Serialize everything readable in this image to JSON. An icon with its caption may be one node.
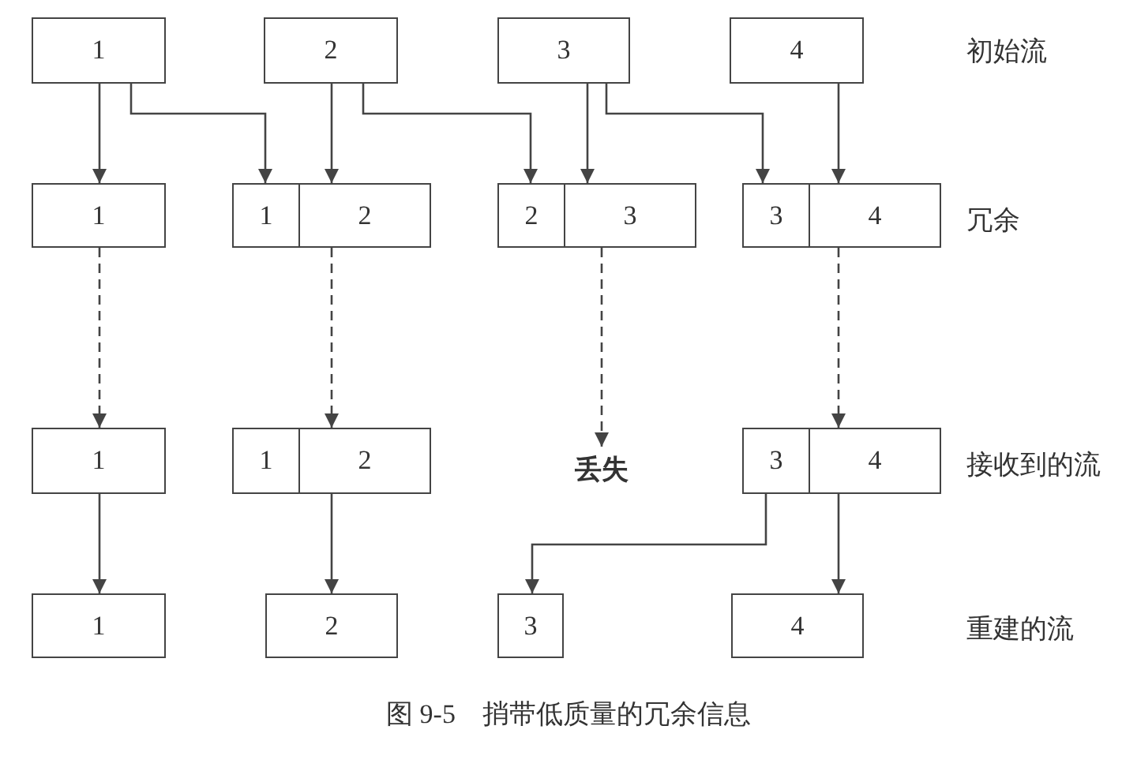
{
  "diagram": {
    "caption": "图 9-5　捎带低质量的冗余信息",
    "nodes": [
      {
        "text": [
          "1"
        ]
      },
      {
        "text": [
          "2"
        ]
      },
      {
        "text": [
          "3"
        ]
      },
      {
        "text": [
          "4"
        ]
      },
      {
        "text": [
          "1"
        ]
      },
      {
        "text": [
          "1"
        ]
      },
      {
        "text": [
          "2"
        ]
      },
      {
        "text": [
          "2"
        ]
      },
      {
        "text": [
          "3"
        ]
      },
      {
        "text": [
          "3"
        ]
      },
      {
        "text": [
          "4"
        ]
      },
      {
        "text": [
          "1"
        ]
      },
      {
        "text": [
          "1"
        ]
      },
      {
        "text": [
          "2"
        ]
      },
      {
        "text": [
          "丢失"
        ]
      },
      {
        "text": [
          "3"
        ]
      },
      {
        "text": [
          "4"
        ]
      },
      {
        "text": [
          "1"
        ]
      },
      {
        "text": [
          "2"
        ]
      },
      {
        "text": [
          "3"
        ]
      },
      {
        "text": [
          "4"
        ]
      }
    ],
    "edges": [
      {
        "from": 0,
        "to": 4,
        "arrow": "to"
      },
      {
        "from": 0,
        "to": 5,
        "arrow": "to"
      },
      {
        "from": 1,
        "to": 6,
        "arrow": "to"
      },
      {
        "from": 1,
        "to": 7,
        "arrow": "to"
      },
      {
        "from": 2,
        "to": 8,
        "arrow": "to"
      },
      {
        "from": 2,
        "to": 9,
        "arrow": "to"
      },
      {
        "from": 3,
        "to": 10,
        "arrow": "to"
      },
      {
        "from": 4,
        "to": 11,
        "arrow": "to",
        "style": "dashed"
      },
      {
        "from": 6,
        "to": 13,
        "arrow": "to",
        "style": "dashed"
      },
      {
        "from": 8,
        "to": 14,
        "arrow": "to",
        "style": "dashed"
      },
      {
        "from": 10,
        "to": 16,
        "arrow": "to",
        "style": "dashed"
      },
      {
        "from": 11,
        "to": 17,
        "arrow": "to"
      },
      {
        "from": 13,
        "to": 18,
        "arrow": "to"
      },
      {
        "from": 15,
        "to": 19,
        "arrow": "to"
      },
      {
        "from": 16,
        "to": 20,
        "arrow": "to"
      }
    ],
    "labels": [
      "初始流",
      "冗余",
      "接收到的流",
      "重建的流"
    ]
  }
}
